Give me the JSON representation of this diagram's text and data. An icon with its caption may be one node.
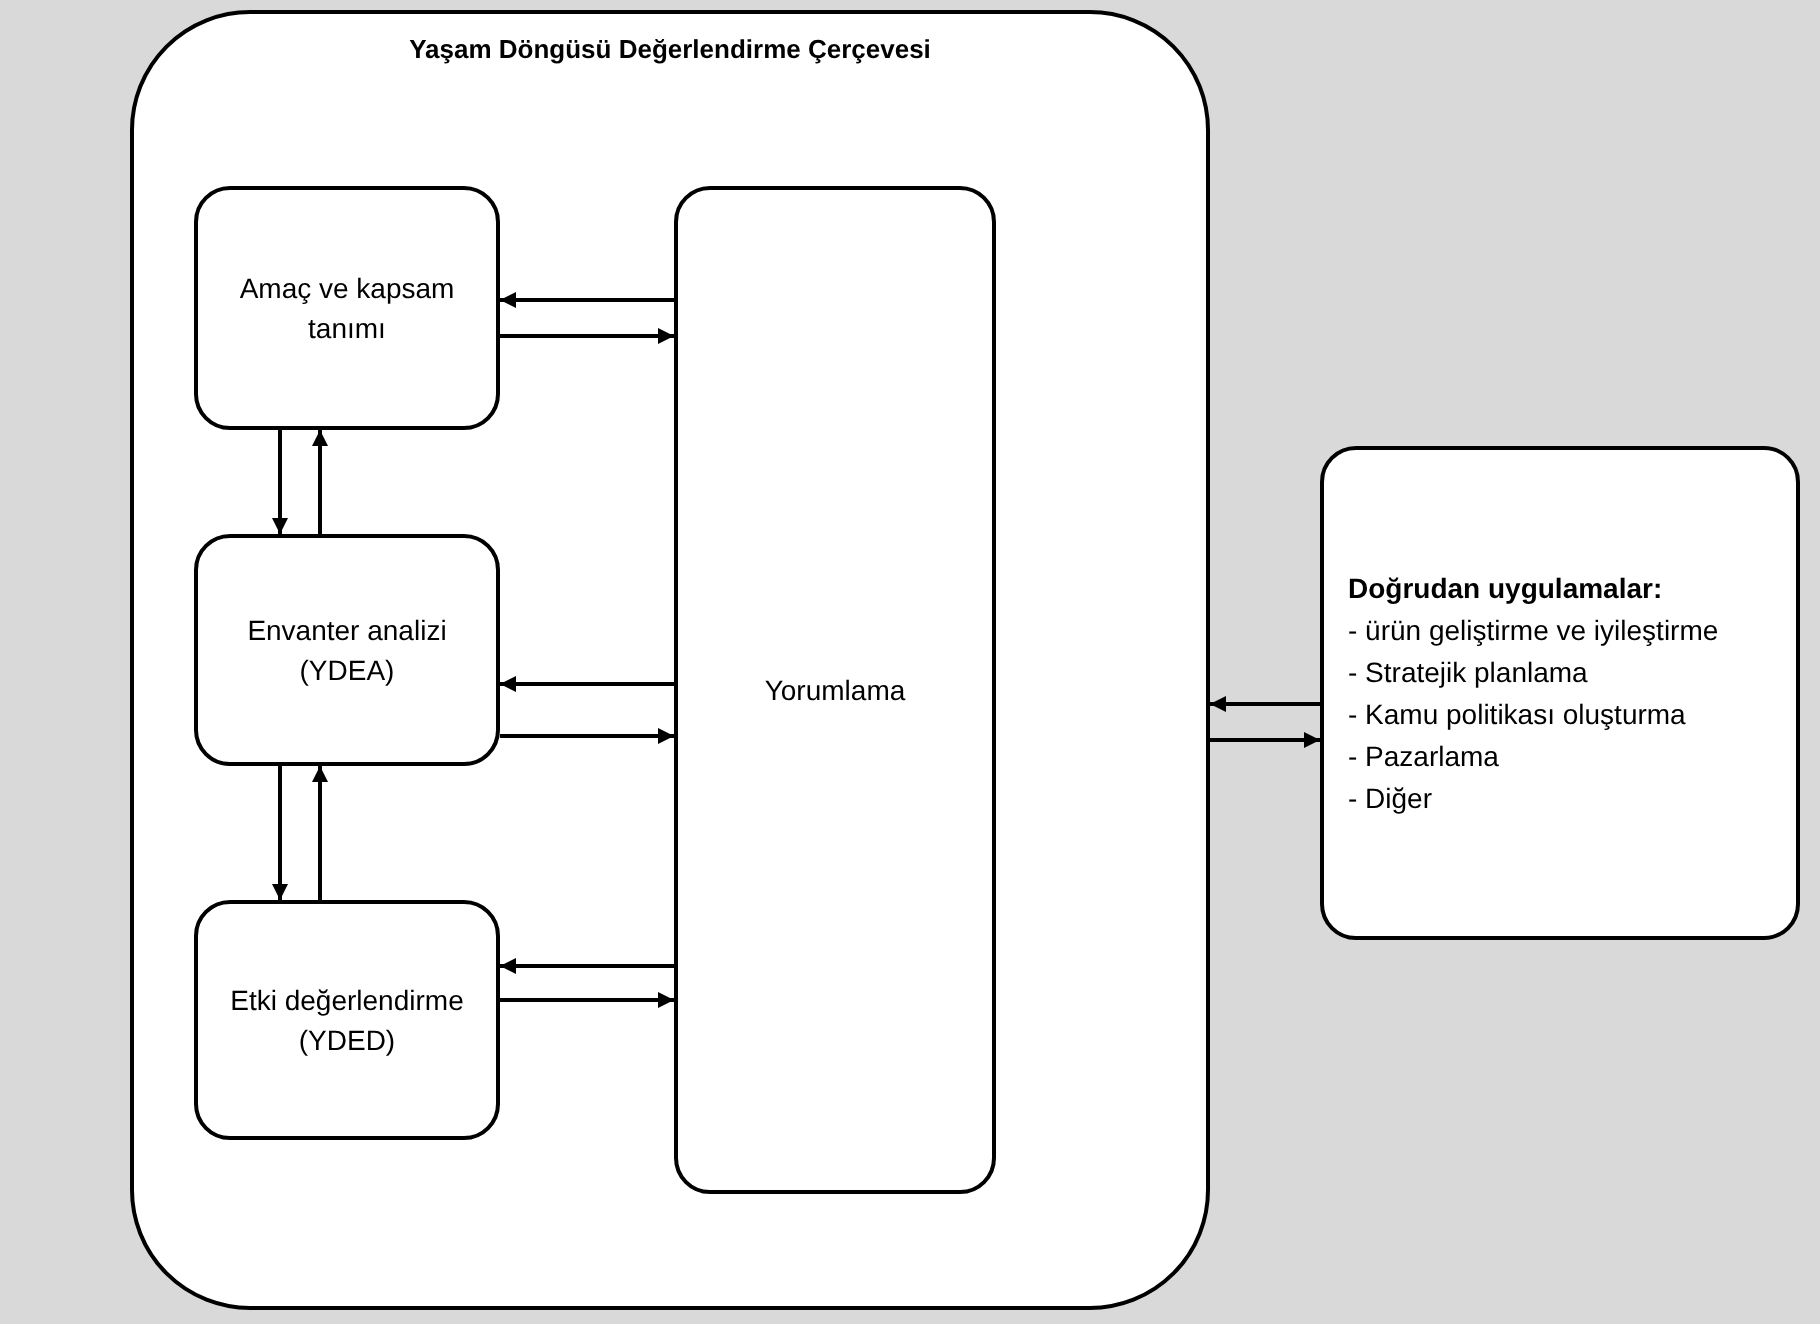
{
  "diagram": {
    "nodes": [
      {
        "text": [
          "Yaşam Döngüsü Değerlendirme Çerçevesi"
        ]
      },
      {
        "text": [
          "Amaç ve kapsam tanımı"
        ],
        "in": 0
      },
      {
        "text": [
          "Envanter analizi (YDEA)"
        ],
        "in": 0
      },
      {
        "text": [
          "Etki değerlendirme (YDED)"
        ],
        "in": 0
      },
      {
        "text": [
          "Yorumlama"
        ],
        "in": 0
      },
      {
        "text": [
          "Doğrudan uygulamalar:",
          "- ürün geliştirme ve iyileştirme",
          "- Stratejik planlama",
          "- Kamu politikası oluşturma",
          "- Pazarlama",
          "- Diğer"
        ]
      }
    ],
    "edges": [
      {
        "from": 4,
        "to": 1,
        "arrow": "to"
      },
      {
        "from": 1,
        "to": 4,
        "arrow": "to"
      },
      {
        "from": 1,
        "to": 2,
        "arrow": "to"
      },
      {
        "from": 2,
        "to": 1,
        "arrow": "to"
      },
      {
        "from": 4,
        "to": 2,
        "arrow": "to"
      },
      {
        "from": 2,
        "to": 4,
        "arrow": "to"
      },
      {
        "from": 2,
        "to": 3,
        "arrow": "to"
      },
      {
        "from": 3,
        "to": 2,
        "arrow": "to"
      },
      {
        "from": 4,
        "to": 3,
        "arrow": "to"
      },
      {
        "from": 3,
        "to": 4,
        "arrow": "to"
      },
      {
        "from": 5,
        "to": 0,
        "arrow": "to"
      },
      {
        "from": 0,
        "to": 5,
        "arrow": "to"
      }
    ]
  }
}
